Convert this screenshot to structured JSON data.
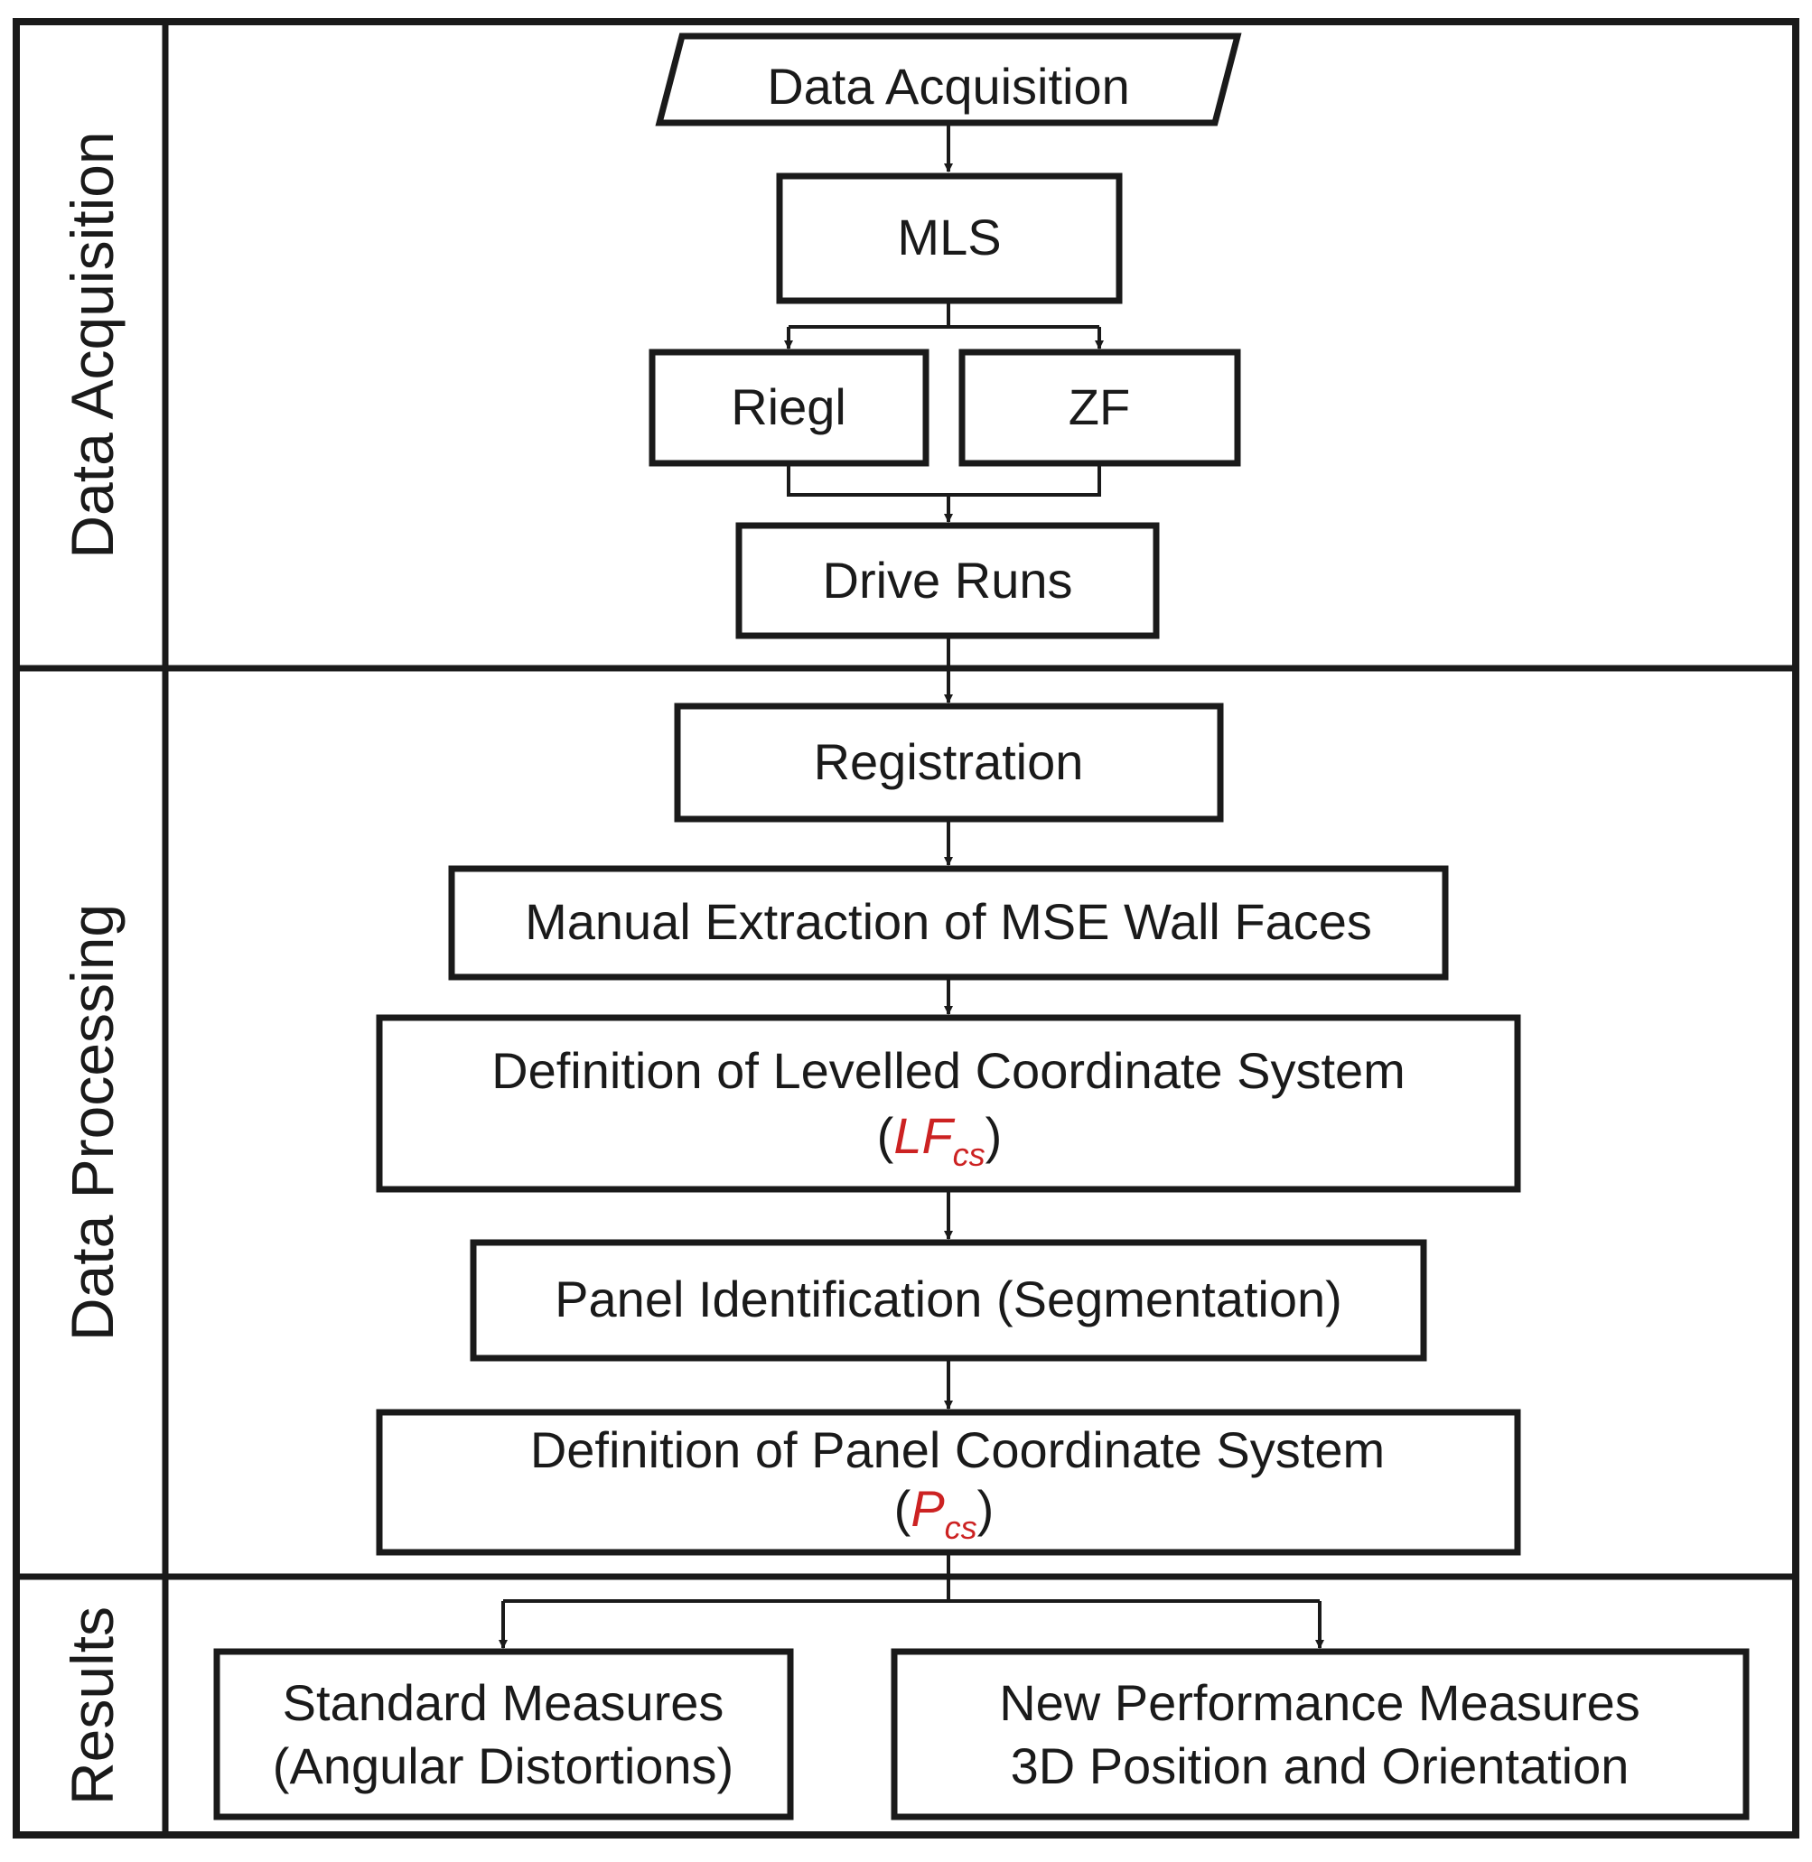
{
  "lanes": {
    "acquisition": "Data Acquisition",
    "processing": "Data Processing",
    "results": "Results"
  },
  "nodes": {
    "data_acquisition": "Data Acquisition",
    "mls": "MLS",
    "riegl": "Riegl",
    "zf": "ZF",
    "drive_runs": "Drive Runs",
    "registration": "Registration",
    "manual_extraction": "Manual Extraction of MSE Wall Faces",
    "levelled_cs": {
      "line1": "Definition of Levelled Coordinate System",
      "open": "(",
      "symbol": "LF",
      "subscript": "cs",
      "close": ")"
    },
    "panel_identification": "Panel Identification (Segmentation)",
    "panel_cs": {
      "line1": "Definition of Panel Coordinate System",
      "open": "(",
      "symbol": "P",
      "subscript": "cs",
      "close": ")"
    },
    "standard_measures": {
      "line1": "Standard Measures",
      "line2": "(Angular Distortions)"
    },
    "new_measures": {
      "line1": "New Performance Measures",
      "line2": "3D Position and Orientation"
    }
  },
  "colors": {
    "stroke": "#1a1a1a",
    "accent": "#cc2222"
  }
}
